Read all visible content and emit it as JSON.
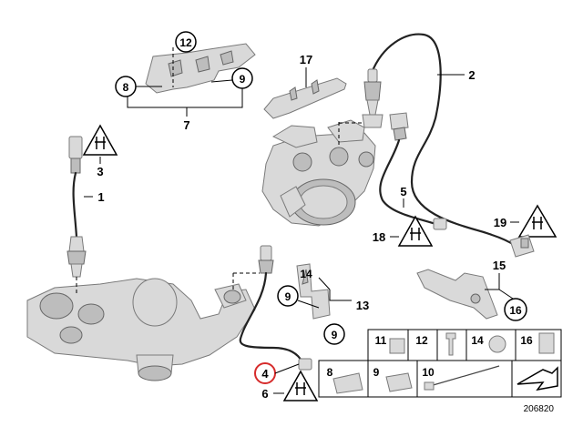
{
  "diagram": {
    "reference_number": "206820",
    "callouts": {
      "c1": "1",
      "c2": "2",
      "c3": "3",
      "c4": "4",
      "c5": "5",
      "c6": "6",
      "c7": "7",
      "c8": "8",
      "c9a": "9",
      "c9b": "9",
      "c9c": "9",
      "c12": "12",
      "c13": "13",
      "c14": "14",
      "c15": "15",
      "c16": "16",
      "c17": "17",
      "c18": "18",
      "c19": "19"
    },
    "parts_grid": {
      "g11": "11",
      "g12": "12",
      "g14": "14",
      "g16": "16",
      "g8": "8",
      "g9": "9",
      "g10": "10"
    },
    "colors": {
      "highlight": "#d62b2b",
      "part": "#d9d9d9"
    }
  }
}
